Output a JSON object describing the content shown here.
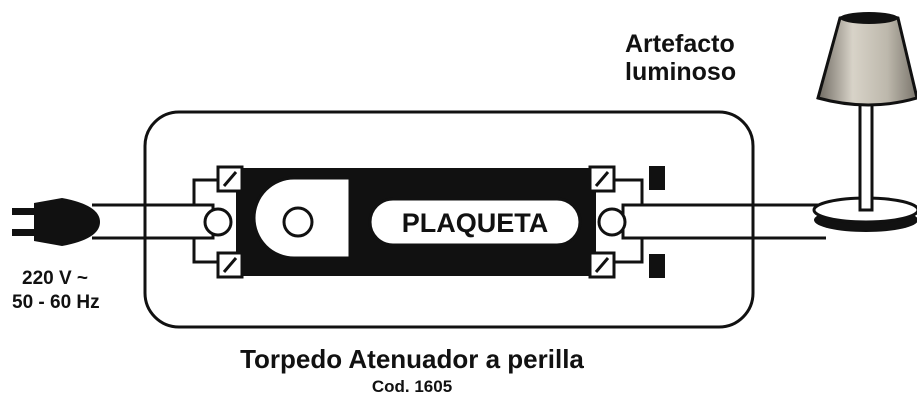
{
  "diagram": {
    "lamp_label_line1": "Artefacto",
    "lamp_label_line2": "luminoso",
    "board_label": "PLAQUETA",
    "power_label_line1": "220 V ~",
    "power_label_line2": "50 - 60 Hz",
    "title": "Torpedo Atenuador a perilla",
    "code": "Cod. 1605"
  },
  "colors": {
    "ink": "#111111",
    "paper": "#ffffff",
    "lampshade": "#c9c4b8",
    "lampshade_shadow": "#8f8a80"
  },
  "icons": [
    "plug-icon",
    "lamp-icon",
    "screw-terminal-icon",
    "potentiometer-knob-icon"
  ]
}
